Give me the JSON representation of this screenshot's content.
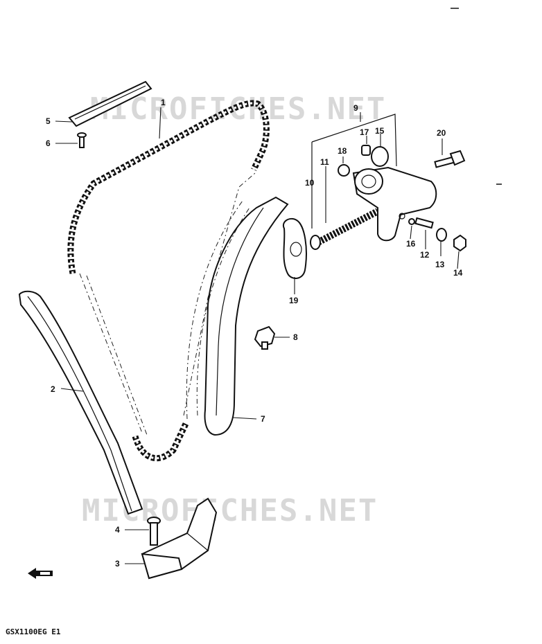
{
  "watermarks": [
    "MICROFICHES.NET",
    "MICROFICHES.NET"
  ],
  "footer_code": "GSX1100EG E1",
  "callouts": {
    "c1": "1",
    "c2": "2",
    "c3": "3",
    "c4": "4",
    "c5": "5",
    "c6": "6",
    "c7": "7",
    "c8": "8",
    "c9": "9",
    "c10": "10",
    "c11": "11",
    "c12": "12",
    "c13": "13",
    "c14": "14",
    "c15": "15",
    "c16": "16",
    "c17": "17",
    "c18": "18",
    "c19": "19",
    "c20": "20"
  },
  "icons": {
    "front_arrow": "front-direction-arrow-icon"
  }
}
